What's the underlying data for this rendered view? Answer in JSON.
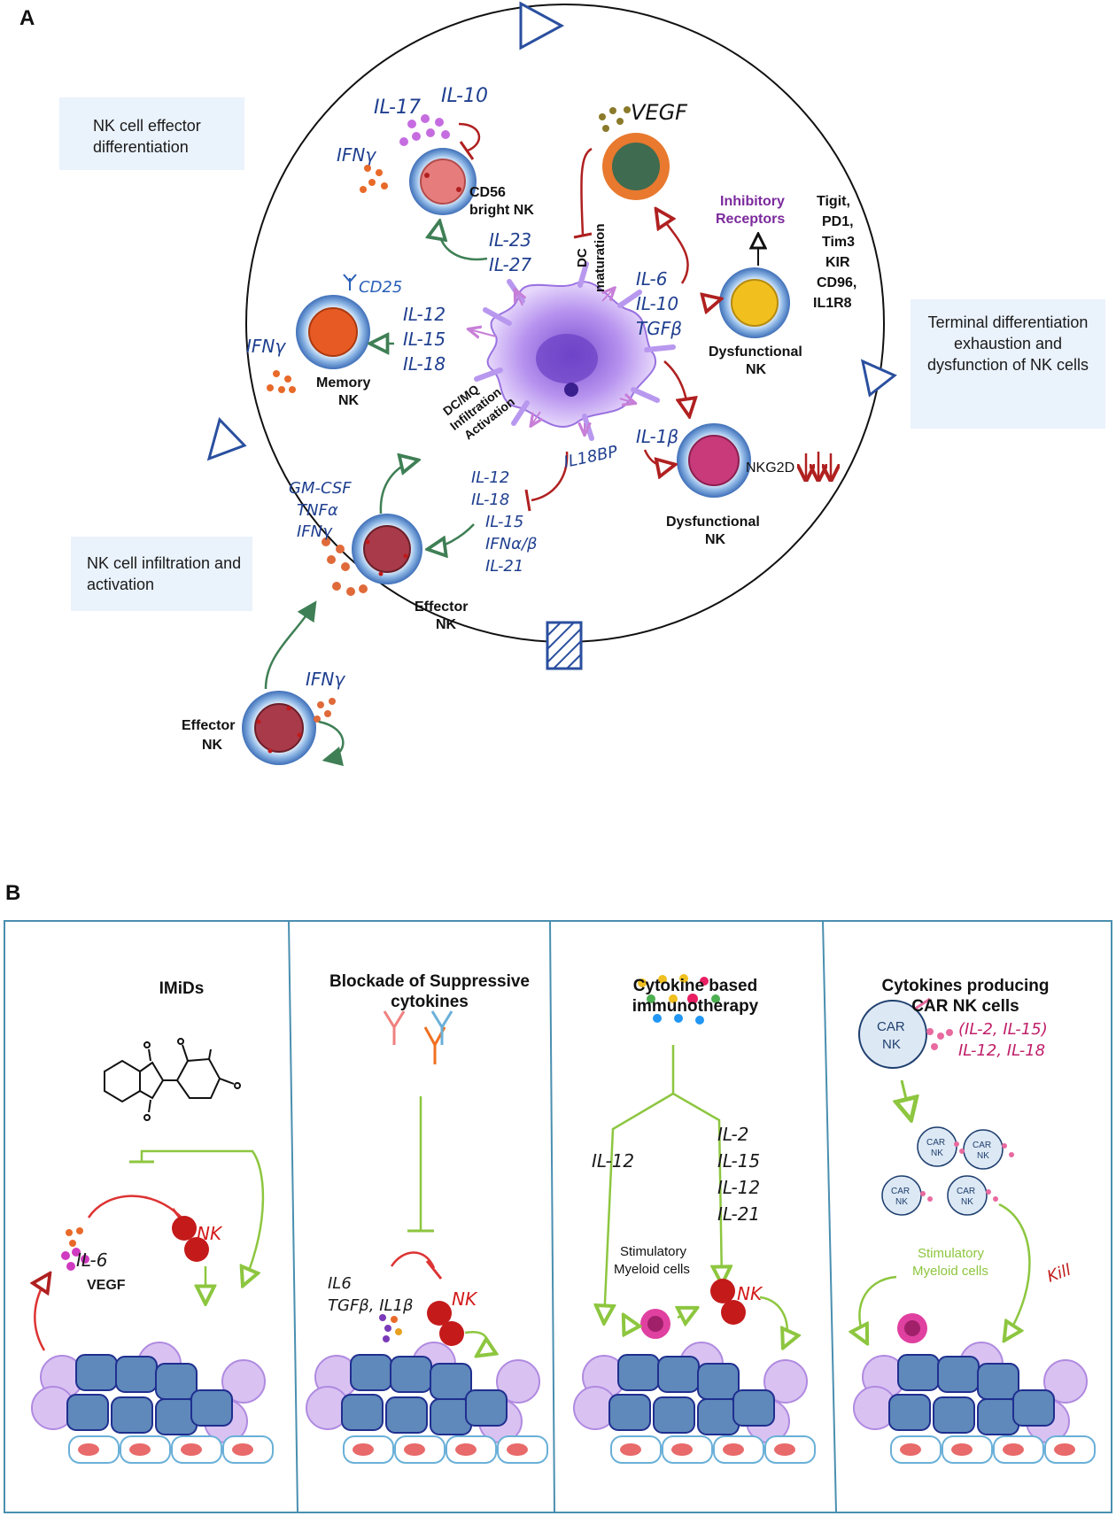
{
  "panel_a": {
    "label": "A",
    "boxes": {
      "effector_diff": "NK cell effector differentiation",
      "terminal": "Terminal differentiation exhaustion and dysfunction of NK cells",
      "infiltration": "NK cell infiltration and activation"
    },
    "cells": {
      "cd56": "CD56 bright NK",
      "memory": "Memory NK",
      "effector_inner": "Effector NK",
      "effector_outer": "Effector NK",
      "dysfunctional_1": "Dysfunctional NK",
      "dysfunctional_2": "Dysfunctional NK"
    },
    "labels": {
      "il17": "IL-17",
      "il10": "IL-10",
      "ifng_top": "IFNγ",
      "vegf": "VEGF",
      "inhibitory_receptors": "Inhibitory Receptors",
      "receptor_list": "Tigit, PD1, Tim3 KIR CD96, IL1R8",
      "dc_maturation": "DC maturation",
      "il23_27": "IL-23 IL-27",
      "cd25": "CD25",
      "ifng_memory": "IFNγ",
      "il12_15_18": "IL-12 IL-15 IL-18",
      "il6_10_tgfb": "IL-6 IL-10 TGFβ",
      "dcmq": "DC/MQ Infiltration Activation",
      "il18bp": "IL18BP",
      "il1b": "IL-1β",
      "nkg2d": "NKG2D",
      "gmcsf": "GM-CSF TNFα IFNγ",
      "effector_cytokines": "IL-12 IL-18 IL-15 IFNα/β IL-21",
      "ifng_outer": "IFNγ"
    }
  },
  "panel_b": {
    "label": "B",
    "panels": [
      {
        "title": "IMiDs",
        "il6": "IL-6",
        "vegf": "VEGF",
        "nk": "NK"
      },
      {
        "title": "Blockade of Suppressive cytokines",
        "cytokines": "IL6 TGFβ, IL1β",
        "nk": "NK"
      },
      {
        "title": "Cytokine based immunotherapy",
        "il12": "IL-12",
        "cytokines": "IL-2 IL-15 IL-12 IL-21",
        "myeloid": "Stimulatory Myeloid cells",
        "nk": "NK"
      },
      {
        "title": "Cytokines producing CAR NK cells",
        "car_big": "CAR NK",
        "cytokines": "(IL-2, IL-15) IL-12, IL-18",
        "car_small": "CAR NK",
        "myeloid": "Stimulatory Myeloid cells",
        "kill": "Kill"
      }
    ]
  },
  "colors": {
    "blue_hand": "#1f3f8f",
    "green_arrow": "#3f7f55",
    "red_arrow": "#b02020",
    "lime": "#8dc63f",
    "purple_text": "#7b2a9c",
    "pink_arrow": "#c77fd8",
    "panel_border": "#4a8fb0",
    "box_bg": "#eaf2fb"
  }
}
